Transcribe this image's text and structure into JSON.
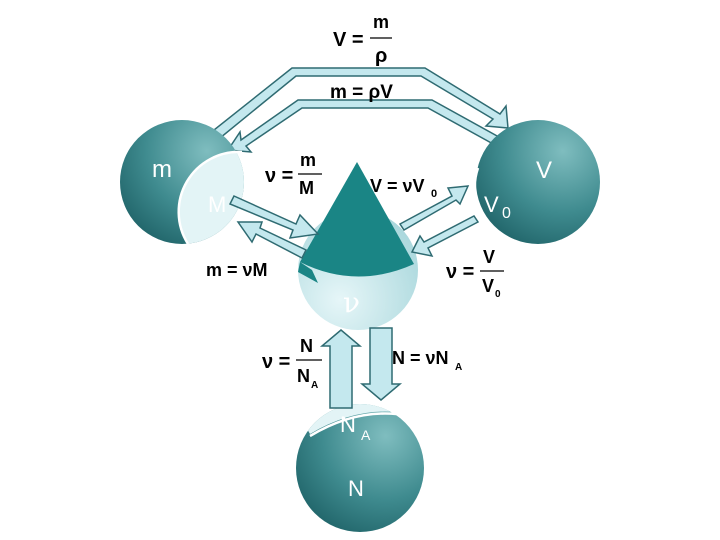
{
  "circles": {
    "mass": {
      "outer": "m",
      "inner": "M"
    },
    "volume": {
      "outer": "V",
      "inner": "V",
      "inner_sub": "0"
    },
    "amount": {
      "label": "ν"
    },
    "particles": {
      "outer": "N",
      "inner": "N",
      "inner_sub": "A"
    }
  },
  "formulas": {
    "v_from_m": {
      "lhs": "V =",
      "num": "m",
      "den": "ρ"
    },
    "m_from_v": {
      "text": "m = ρV"
    },
    "nu_from_m": {
      "lhs": "ν =",
      "num": "m",
      "den": "M"
    },
    "m_from_nu": {
      "text": "m = νM"
    },
    "v_from_nu": {
      "text": "V = νV",
      "sub": "0"
    },
    "nu_from_v": {
      "lhs": "ν =",
      "num": "V",
      "den": "V",
      "den_sub": "0"
    },
    "nu_from_n": {
      "lhs": "ν =",
      "num": "N",
      "den": "N",
      "den_sub": "A"
    },
    "n_from_nu": {
      "text": "N = νN",
      "sub": "A"
    }
  },
  "colors": {
    "arrow_fill": "#c4e8ee",
    "arrow_stroke": "#2f6b72",
    "sphere_dark": "#1f6d73",
    "sphere_light": "#cfecef",
    "cone": "#1a8585"
  }
}
